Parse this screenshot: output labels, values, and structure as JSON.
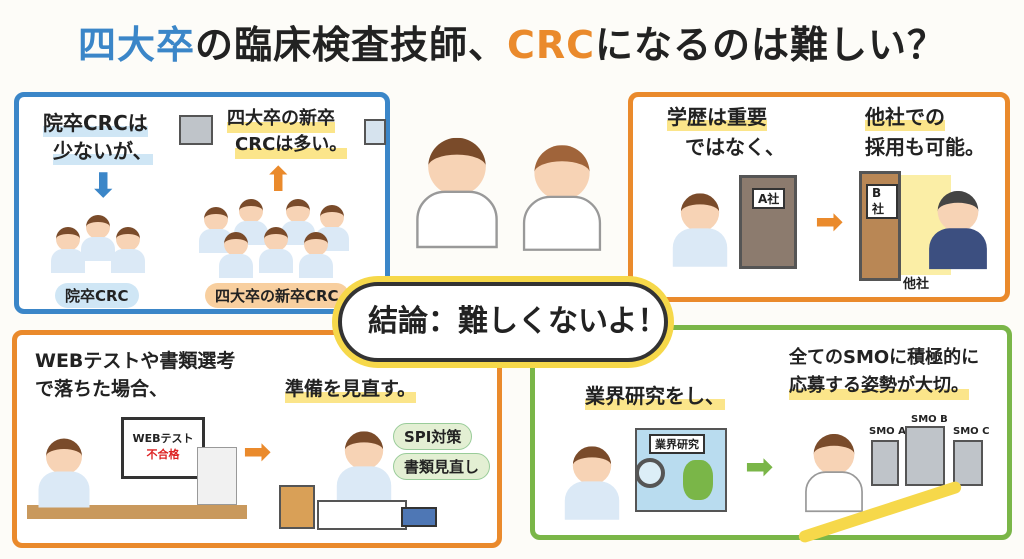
{
  "title": {
    "part1": "四大卒",
    "part2": "の臨床検査技師、",
    "part3": "CRC",
    "part4": "になるのは難しい？"
  },
  "panel_top_left": {
    "text1_line1": "院卒CRCは",
    "text1_line2": "少ないが、",
    "text2_line1": "四大卒の新卒",
    "text2_line2": "CRCは多い。",
    "label_left": "院卒CRC",
    "label_right": "四大卒の新卒CRC"
  },
  "panel_top_right": {
    "text1_line1": "学歴は重要",
    "text1_line2": "ではなく、",
    "text2_line1": "他社での",
    "text2_line2": "採用も可能。",
    "door_a": "A社",
    "door_b": "B社",
    "other_company": "他社"
  },
  "conclusion": "結論：難しくないよ！",
  "panel_bottom_left": {
    "text1_line1": "WEBテストや書類選考",
    "text1_line2": "で落ちた場合、",
    "text2": "準備を見直す。",
    "monitor_line1": "WEBテスト",
    "monitor_line2": "不合格",
    "bubble1": "SPI対策",
    "bubble2": "書類見直し"
  },
  "panel_bottom_right": {
    "text1": "業界研究をし、",
    "text2_line1": "全てのSMOに積極的に",
    "text2_line2": "応募する姿勢が大切。",
    "map_label": "業界研究",
    "smo": [
      "SMO A",
      "SMO B",
      "SMO C"
    ]
  },
  "colors": {
    "blue": "#3b86c8",
    "orange": "#ea8a2c",
    "green": "#7ab648",
    "highlight": "#fbe58a"
  }
}
